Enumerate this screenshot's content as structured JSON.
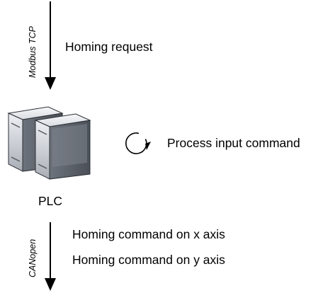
{
  "top": {
    "protocol": "Modbus TCP",
    "message": "Homing request"
  },
  "plc": {
    "label": "PLC",
    "process": "Process input command"
  },
  "bottom": {
    "protocol": "CANopen",
    "messages": [
      "Homing command on x axis",
      "Homing command on y axis"
    ]
  },
  "icons": {
    "device": "plc-server-icon",
    "process": "rotate-cycle-icon"
  }
}
